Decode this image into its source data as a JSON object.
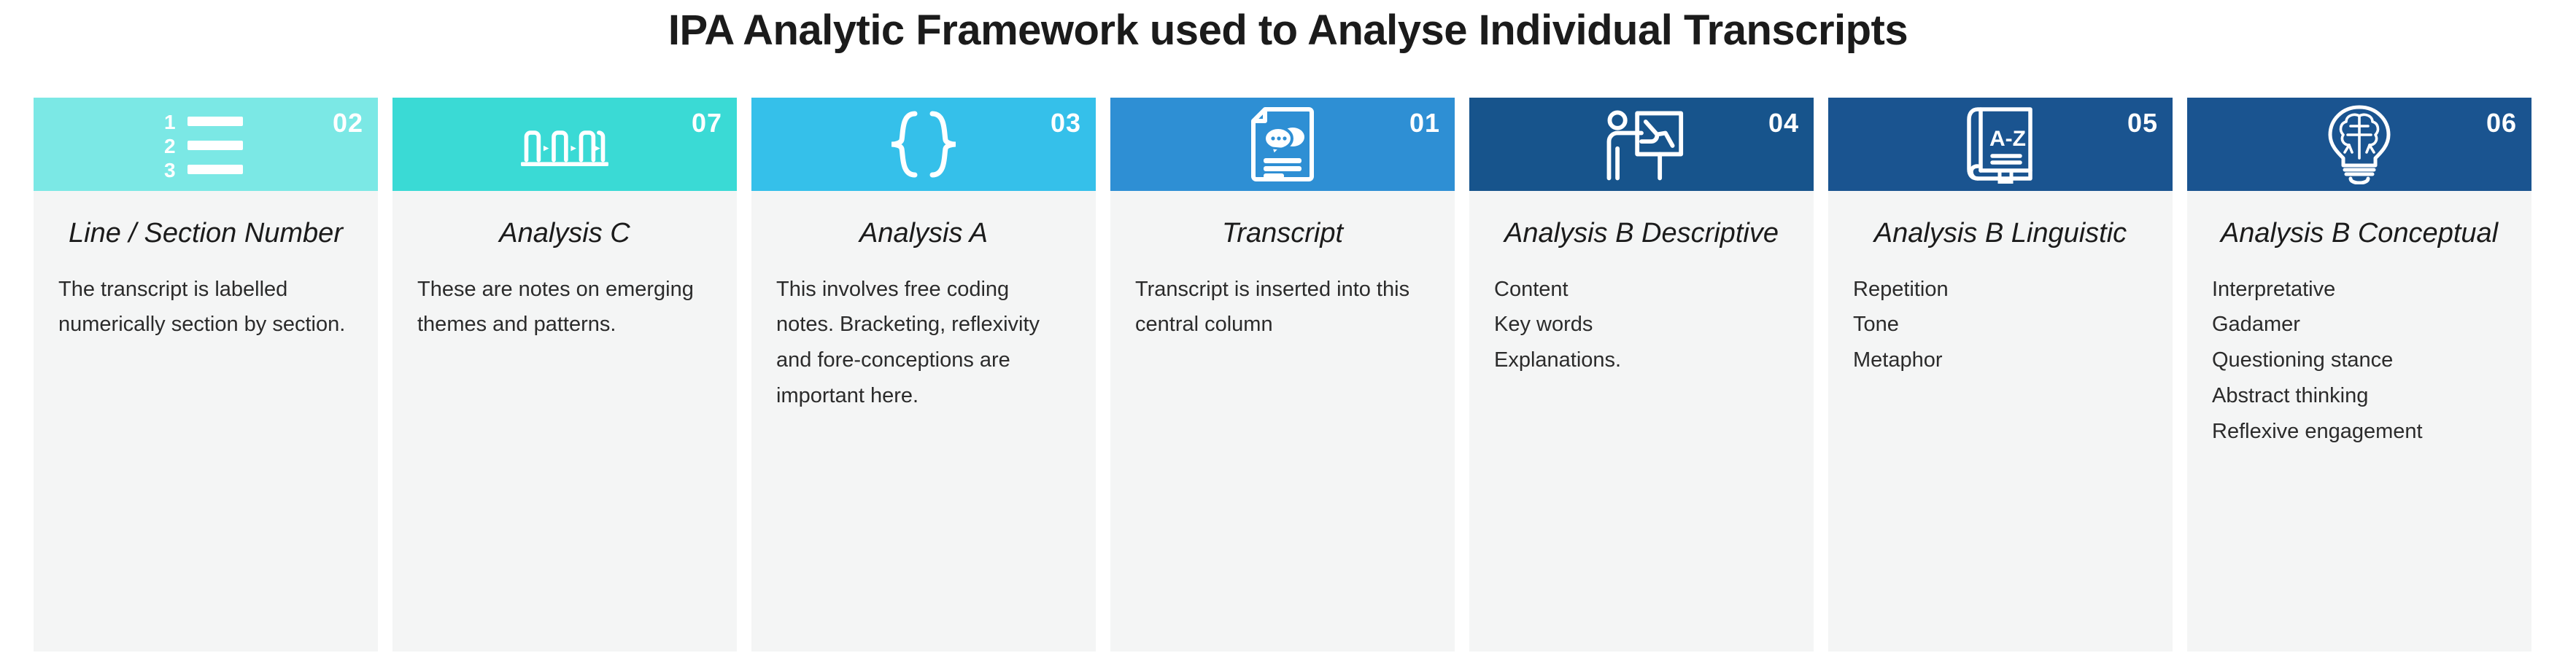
{
  "title": "IPA Analytic Framework used to Analyse Individual Transcripts",
  "colors": {
    "card1_header": "#7BE8E5",
    "card2_header": "#3ADAD5",
    "card3_header": "#35C0EA",
    "card4_header": "#2E8FD4",
    "card5_header": "#17548C",
    "card6_header": "#1A5490",
    "card7_header": "#1A5490",
    "card_body": "#f4f5f5",
    "page_background": "#ffffff",
    "title_text": "#1b1b1b",
    "number_text": "#ffffff"
  },
  "cards": [
    {
      "number": "02",
      "icon": "numbered-list-icon",
      "heading": "Line / Section Number",
      "description": "The transcript is labelled numerically section by section.",
      "items": []
    },
    {
      "number": "07",
      "icon": "process-flow-icon",
      "heading": "Analysis C",
      "description": "These are notes on emerging themes and patterns.",
      "items": []
    },
    {
      "number": "03",
      "icon": "curly-braces-icon",
      "heading": "Analysis A",
      "description": "This involves free coding notes. Bracketing, reflexivity and fore-conceptions are important here.",
      "items": []
    },
    {
      "number": "01",
      "icon": "document-speech-icon",
      "heading": "Transcript",
      "description": "Transcript is inserted into this central column",
      "items": []
    },
    {
      "number": "04",
      "icon": "presenter-board-icon",
      "heading": "Analysis B Descriptive",
      "description": "",
      "items": [
        "Content",
        "Key words",
        "Explanations."
      ]
    },
    {
      "number": "05",
      "icon": "dictionary-book-icon",
      "heading": "Analysis B Linguistic",
      "description": "",
      "items": [
        "Repetition",
        "Tone",
        "Metaphor"
      ]
    },
    {
      "number": "06",
      "icon": "brain-lightbulb-icon",
      "heading": "Analysis B Conceptual",
      "description": "",
      "items": [
        "Interpretative",
        "Gadamer",
        "Questioning stance",
        "Abstract thinking",
        "Reflexive engagement"
      ]
    }
  ]
}
